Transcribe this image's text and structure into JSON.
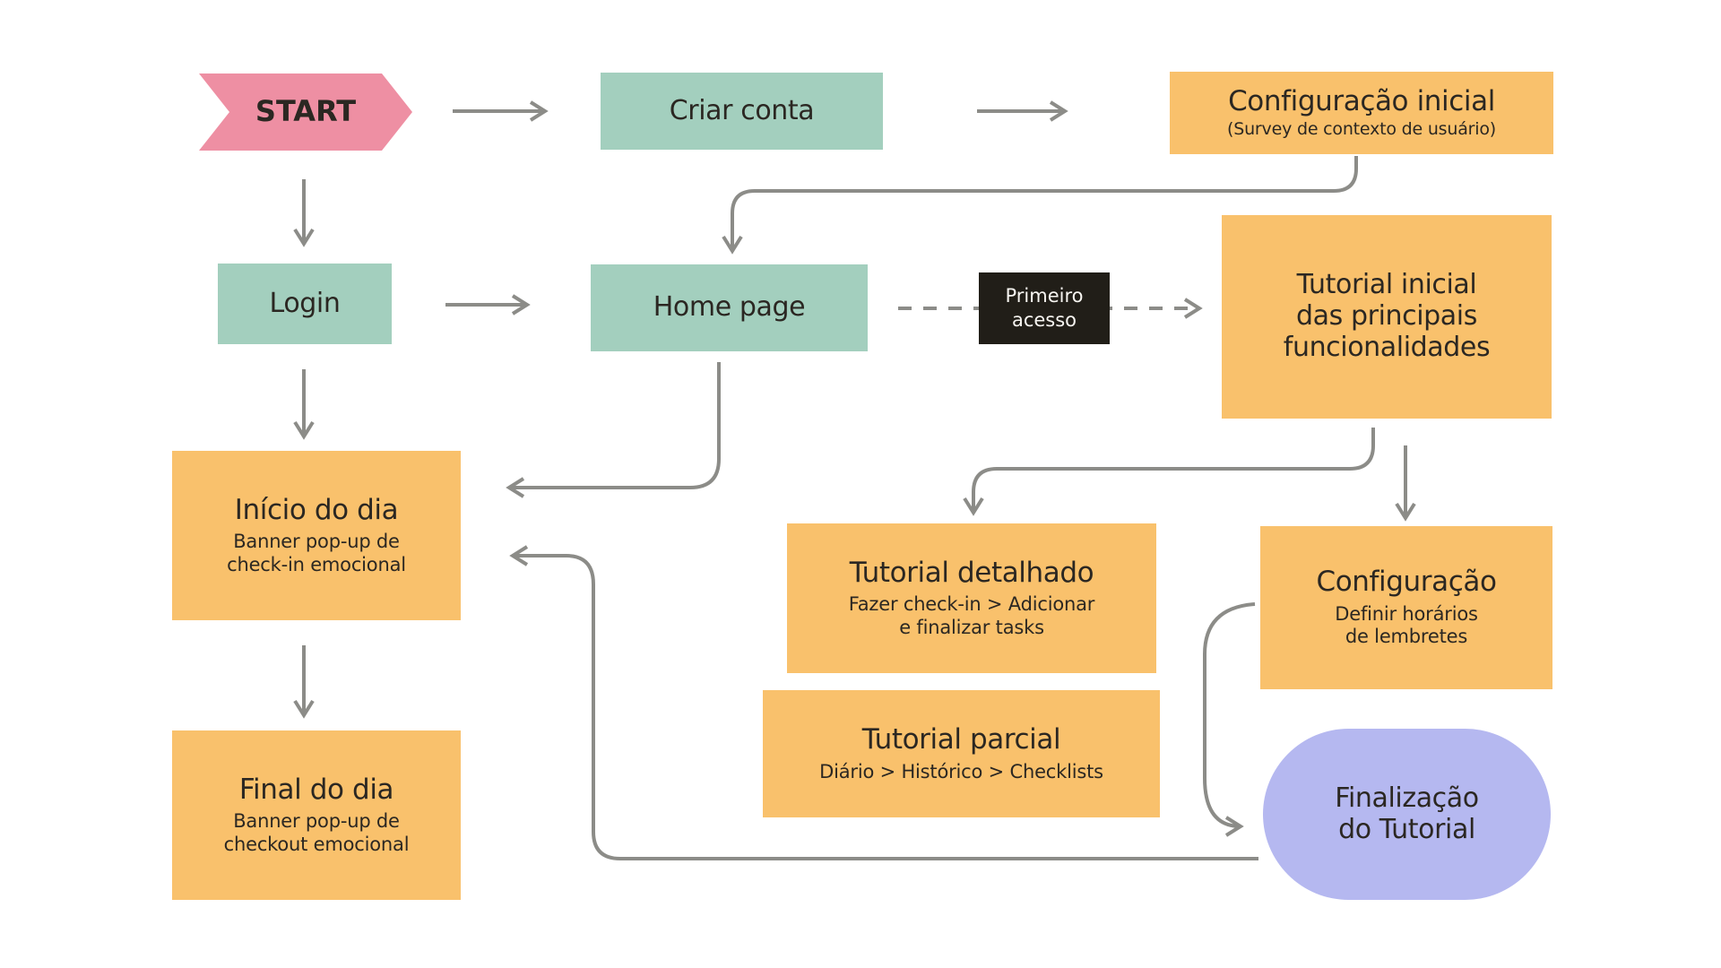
{
  "colors": {
    "background": "#FFFFFF",
    "pink": "#EE8FA3",
    "green": "#A3CFBE",
    "orange": "#F9C16C",
    "purple": "#B5B8F0",
    "black": "#211E18",
    "arrow": "#8C8C88",
    "text": "#2B2722"
  },
  "nodes": {
    "start": {
      "label": "START"
    },
    "criar_conta": {
      "label": "Criar conta"
    },
    "config_inicial": {
      "title": "Configuração inicial",
      "subtitle": "(Survey de contexto de usuário)"
    },
    "login": {
      "label": "Login"
    },
    "home_page": {
      "label": "Home page"
    },
    "primeiro_acesso": {
      "label": "Primeiro\nacesso"
    },
    "tutorial_inicial": {
      "label": "Tutorial inicial\ndas principais\nfuncionalidades"
    },
    "inicio_dia": {
      "title": "Início do dia",
      "subtitle": "Banner pop-up de\ncheck-in emocional"
    },
    "final_dia": {
      "title": "Final do dia",
      "subtitle": "Banner pop-up de\ncheckout emocional"
    },
    "tutorial_detalhado": {
      "title": "Tutorial detalhado",
      "subtitle": "Fazer check-in > Adicionar\ne finalizar tasks"
    },
    "tutorial_parcial": {
      "title": "Tutorial parcial",
      "subtitle": "Diário > Histórico > Checklists"
    },
    "configuracao": {
      "title": "Configuração",
      "subtitle": "Definir horários\nde lembretes"
    },
    "finalizacao": {
      "label": "Finalização\ndo Tutorial"
    }
  }
}
